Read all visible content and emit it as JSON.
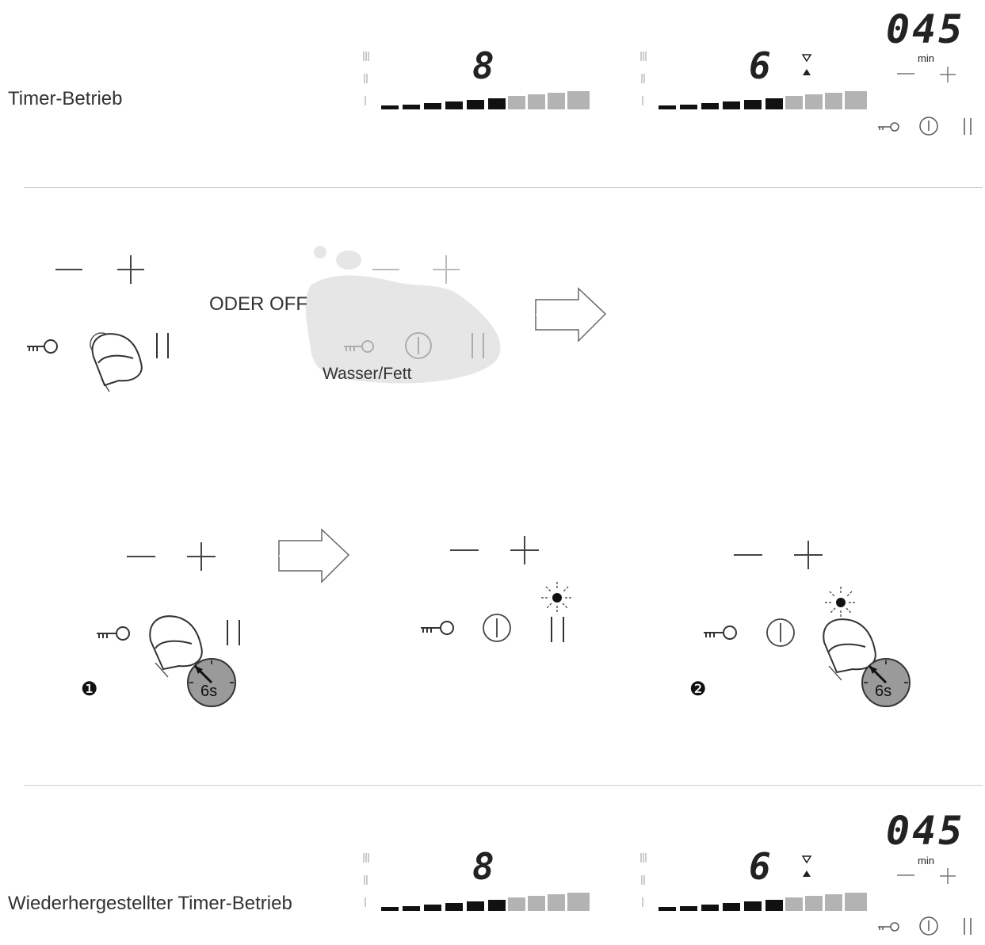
{
  "section_top": {
    "label": "Timer-Betrieb",
    "zone1_level": "8",
    "zone2_level": "6",
    "timer_value": "045",
    "timer_unit": "min"
  },
  "section_middle": {
    "oder_off": "ODER OFF",
    "spill_label": "Wasser/Fett"
  },
  "section_steps": {
    "step1_badge": "❶",
    "step2_badge": "❷",
    "hold1_time": "6s",
    "hold2_time": "6s"
  },
  "section_bottom": {
    "label": "Wiederhergestellter Timer-Betrieb",
    "zone1_level": "8",
    "zone2_level": "6",
    "timer_value": "045",
    "timer_unit": "min"
  },
  "colors": {
    "bar_dark": "#111111",
    "bar_light": "#b3b3b3",
    "spill": "#e6e6e6",
    "clock_fill": "#9a9a9a"
  }
}
